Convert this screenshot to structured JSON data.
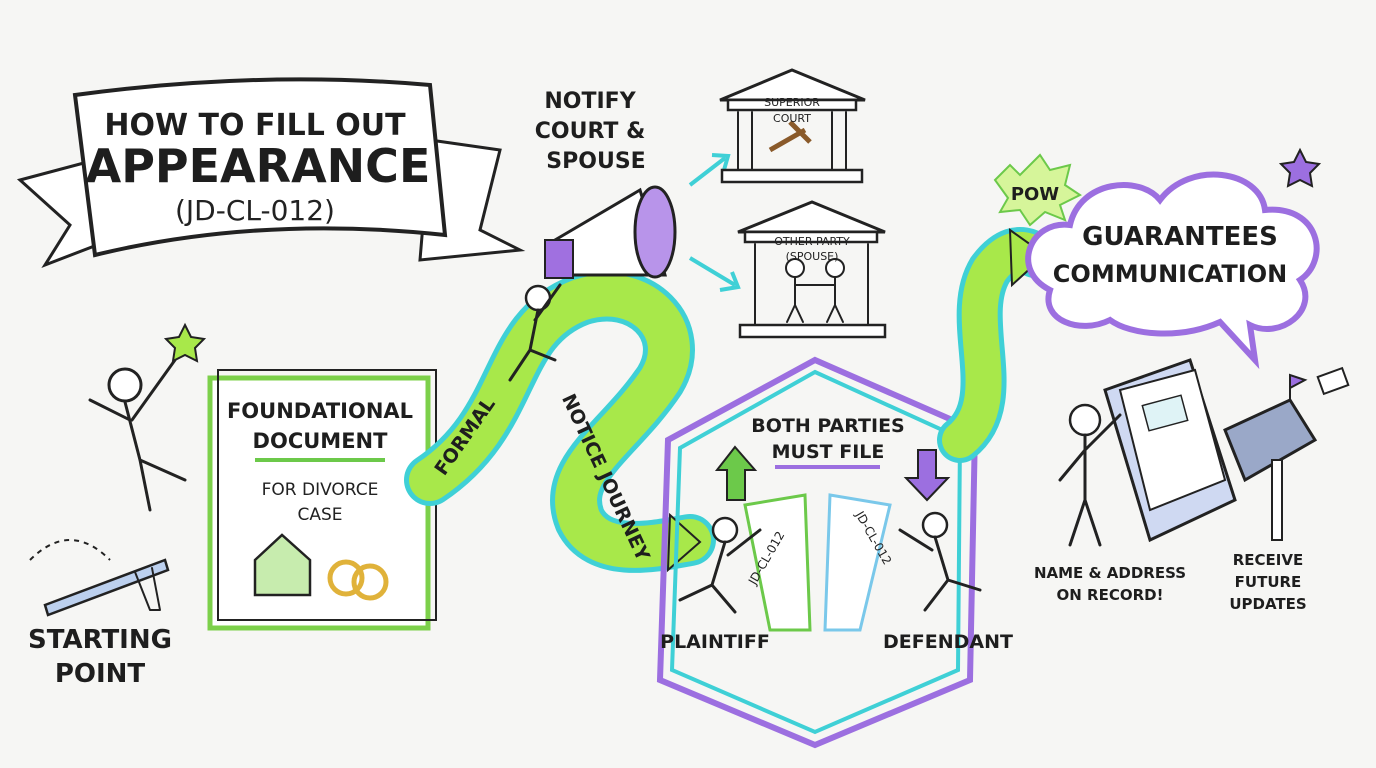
{
  "title": {
    "line1": "HOW TO FILL OUT",
    "line2": "APPEARANCE",
    "line3": "(JD-CL-012)"
  },
  "start": {
    "line1": "STARTING",
    "line2": "POINT"
  },
  "foundation": {
    "line1": "FOUNDATIONAL",
    "line2": "DOCUMENT",
    "sub1": "FOR DIVORCE",
    "sub2": "CASE"
  },
  "journey": {
    "word1": "FORMAL",
    "word2": "NOTICE JOURNEY"
  },
  "notify": {
    "line1": "NOTIFY",
    "line2": "COURT &",
    "line3": "SPOUSE"
  },
  "court": {
    "line1": "SUPERIOR",
    "line2": "COURT"
  },
  "other_party": {
    "line1": "OTHER PARTY",
    "line2": "(SPOUSE)"
  },
  "both": {
    "line1": "BOTH PARTIES",
    "line2": "MUST FILE",
    "form_left": "JD-CL-012",
    "form_right": "JD-CL-012",
    "plaintiff": "PLAINTIFF",
    "defendant": "DEFENDANT"
  },
  "pow": "POW",
  "guarantee": {
    "line1": "GUARANTEES",
    "line2": "COMMUNICATION"
  },
  "record": {
    "line1": "NAME & ADDRESS",
    "line2": "ON RECORD!"
  },
  "updates": {
    "line1": "RECEIVE",
    "line2": "FUTURE",
    "line3": "UPDATES"
  },
  "colors": {
    "lime": "#a8e84a",
    "cyan": "#3fd0d6",
    "purple": "#9c6fe0",
    "green": "#6cc94a"
  }
}
